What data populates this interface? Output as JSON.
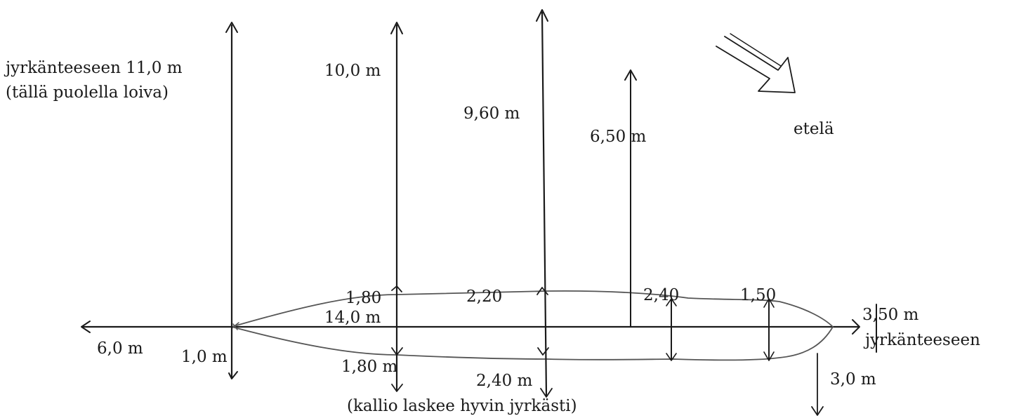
{
  "labels": {
    "left_top_line1": "jyrkänteeseen 11,0 m",
    "left_top_line2": "(tällä puolella loiva)",
    "m_10_0": "10,0 m",
    "m_9_60": "9,60 m",
    "m_6_50": "6,50 m",
    "south": "etelä",
    "w_1_80_top": "1,80",
    "w_2_20": "2,20",
    "w_2_40_top": "2,40",
    "w_1_50": "1,50",
    "len_14_0": "14,0 m",
    "left_6_0": "6,0 m",
    "down_1_0": "1,0 m",
    "down_1_80": "1,80 m",
    "down_2_40": "2,40 m",
    "bottom_note": "(kallio laskee hyvin jyrkästi)",
    "right_3_50": "3,50 m",
    "right_jyrk": "jyrkänteeseen",
    "down_3_0": "3,0 m"
  }
}
